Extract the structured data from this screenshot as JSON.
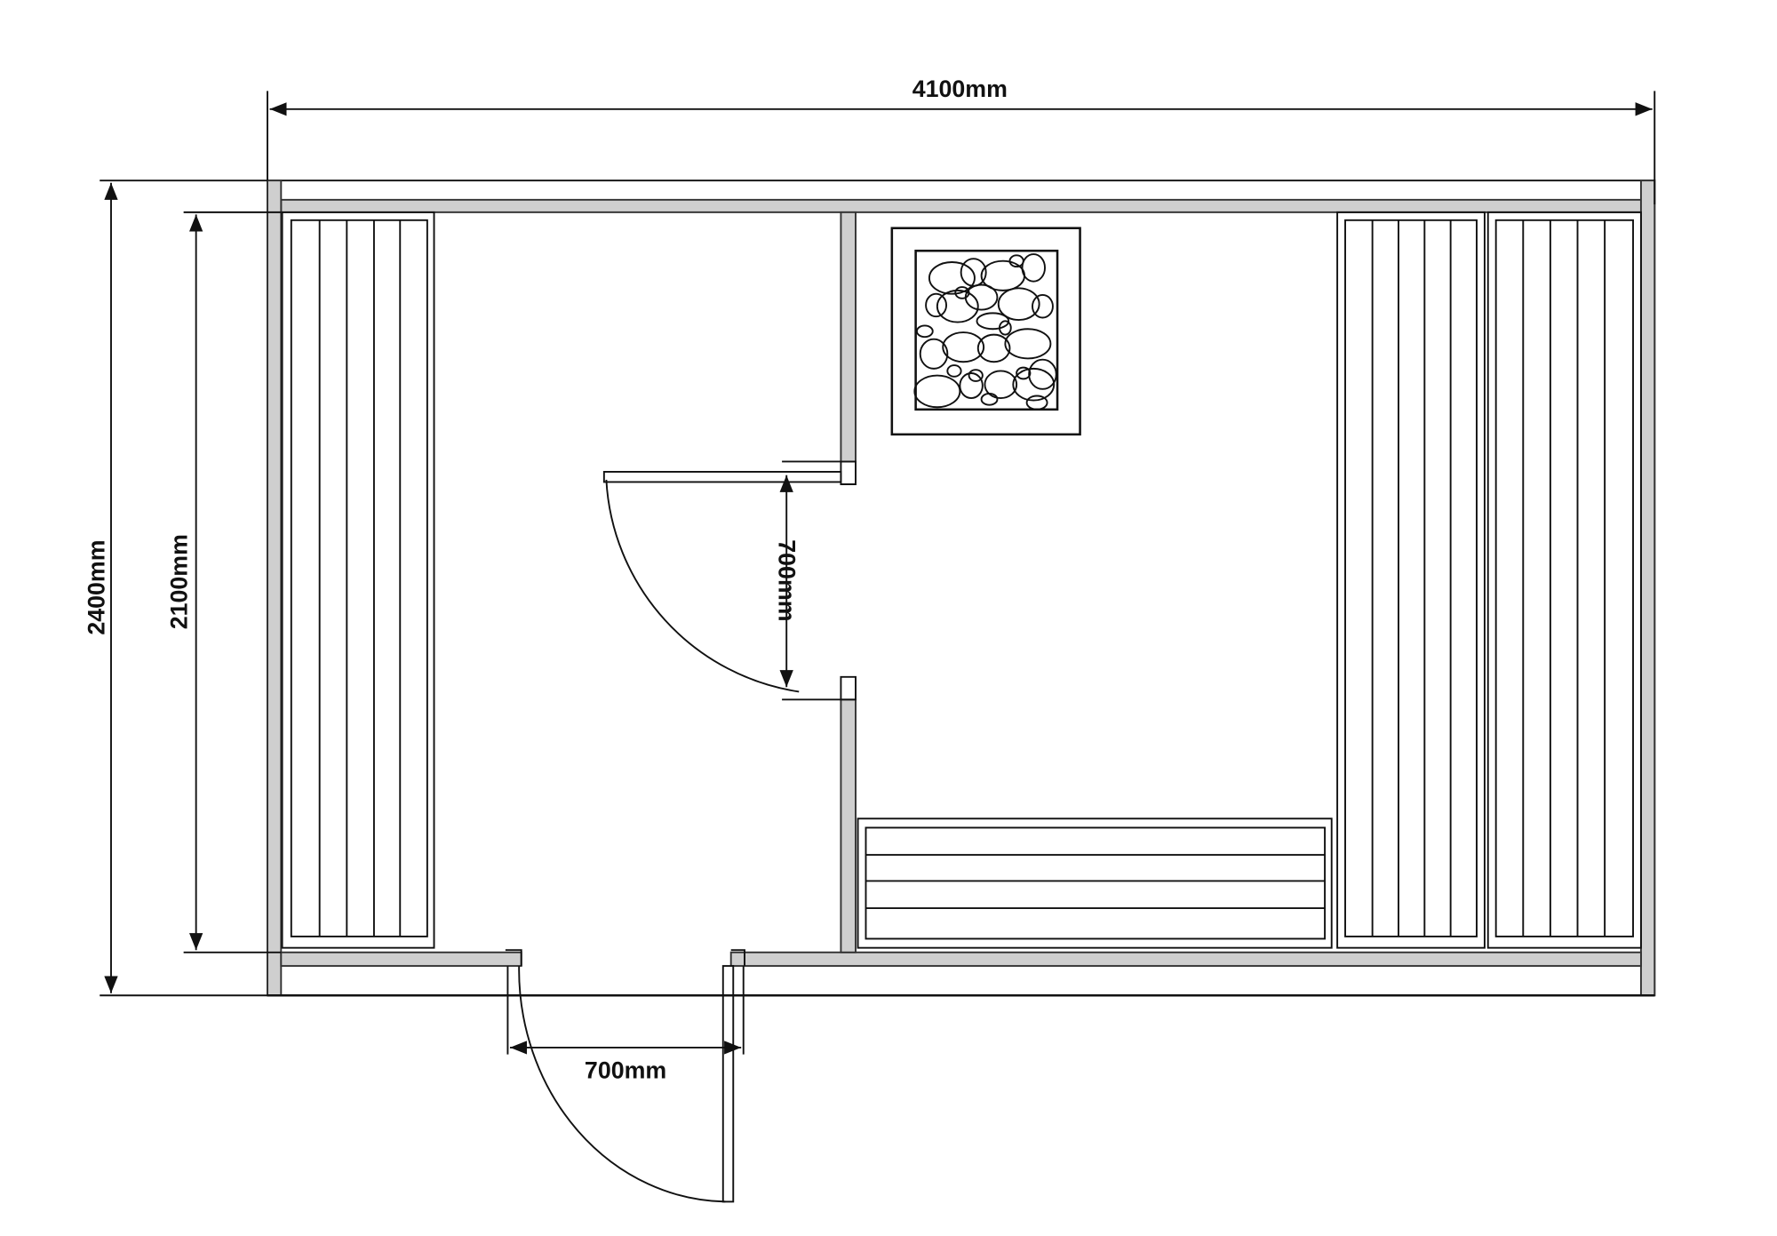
{
  "dimensions": {
    "total_width": "4100mm",
    "total_depth": "2400mm",
    "inner_depth": "2100mm",
    "inner_door_width": "700mm",
    "entrance_door_width": "700mm"
  },
  "colors": {
    "wall_fill": "#cfcfcf",
    "line": "#111111"
  }
}
